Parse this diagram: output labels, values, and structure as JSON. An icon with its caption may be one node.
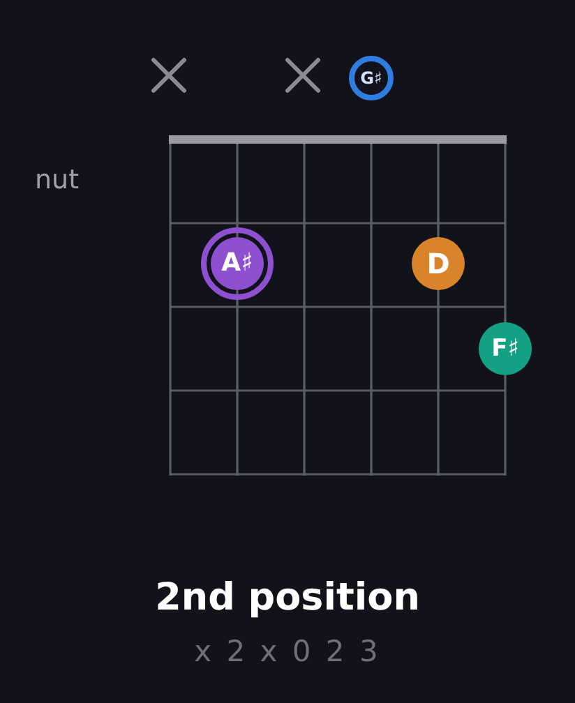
{
  "diagram": {
    "title": "2nd position",
    "nodes": [
      {
        "text": [
          "G♯"
        ]
      },
      {
        "text": [
          "A♯"
        ]
      },
      {
        "text": [
          "D"
        ]
      },
      {
        "text": [
          "F♯"
        ]
      }
    ],
    "labels": [
      "nut",
      "x 2 x 0 2 3"
    ]
  }
}
